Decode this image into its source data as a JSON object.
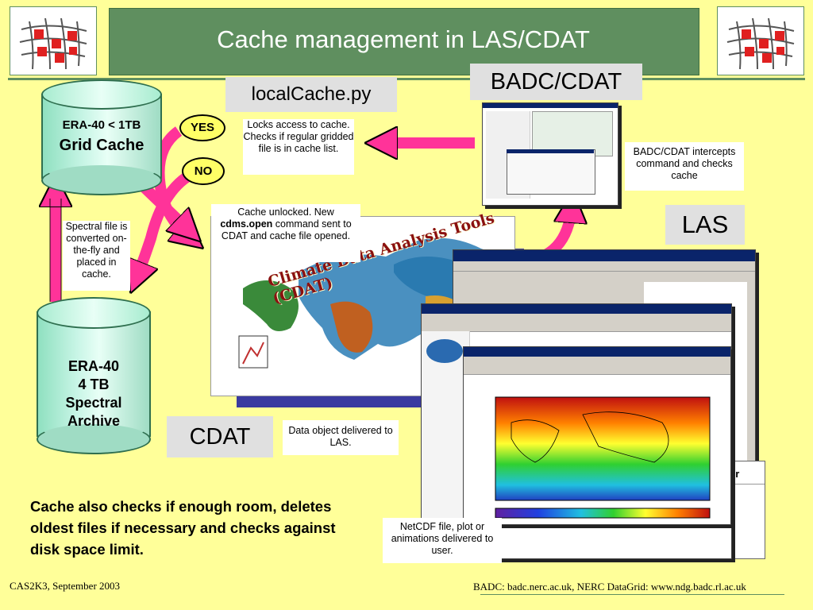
{
  "title": "Cache management in LAS/CDAT",
  "labels": {
    "local_cache": "localCache.py",
    "badc_cdat": "BADC/CDAT",
    "las": "LAS",
    "cdat": "CDAT"
  },
  "grid_cache": {
    "line1": "ERA-40 < 1TB",
    "line2": "Grid Cache"
  },
  "spectral_archive": {
    "line1": "ERA-40",
    "line2": "4 TB",
    "line3": "Spectral",
    "line4": "Archive"
  },
  "yes": "YES",
  "no": "NO",
  "notes": {
    "locks": "Locks access to cache. Checks if regular gridded file is in cache list.",
    "intercepts": "BADC/CDAT intercepts command and checks cache",
    "spectral": "Spectral file is converted on-the-fly and placed in cache.",
    "unlocked_pre": "Cache unlocked. New ",
    "unlocked_bold": "cdms.open",
    "unlocked_post": " command sent to CDAT and cache file opened.",
    "delivered_las": "Data object delivered to LAS.",
    "netcdf": "NetCDF file, plot or animations delivered to user."
  },
  "cdat_banner": "Climate Data Analysis Tools (CDAT)",
  "user_fragment": "er",
  "bottom_text": "Cache also checks if enough room, deletes oldest files if necessary and checks against disk space limit.",
  "footer_left": "CAS2K3, September 2003",
  "footer_right": "BADC: badc.nerc.ac.uk, NERC DataGrid: www.ndg.badc.rl.ac.uk",
  "colors": {
    "arrow": "#ff3399",
    "title_bg": "#5f8f5f",
    "background": "#ffff99"
  }
}
